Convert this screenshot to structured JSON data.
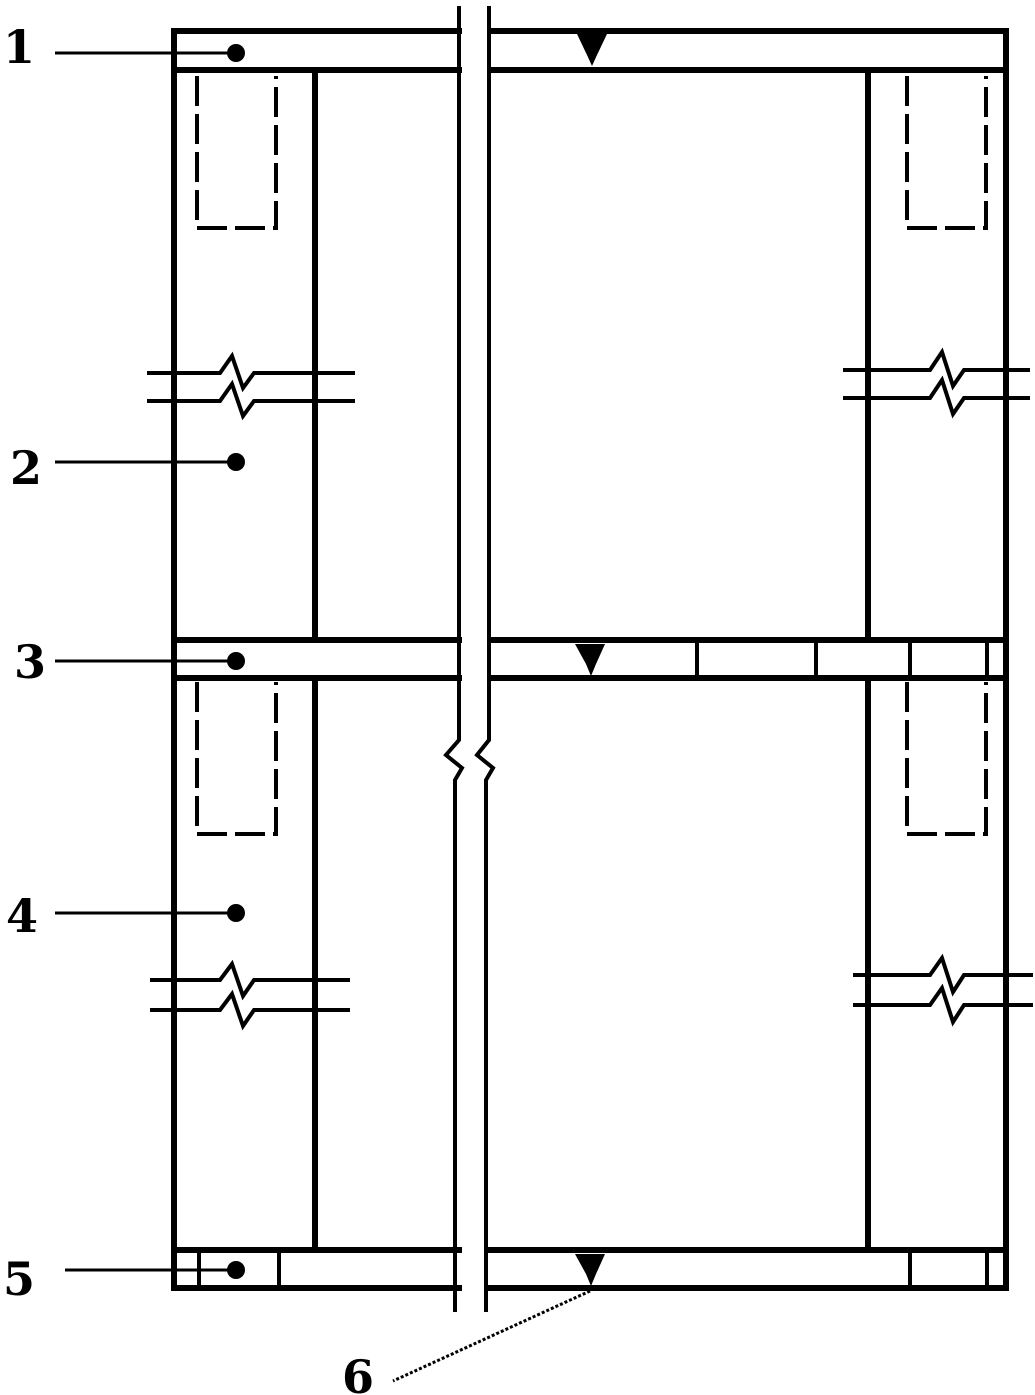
{
  "diagram": {
    "type": "structural-section-drawing",
    "labels": [
      {
        "id": "1",
        "text": "1"
      },
      {
        "id": "2",
        "text": "2"
      },
      {
        "id": "3",
        "text": "3"
      },
      {
        "id": "4",
        "text": "4"
      },
      {
        "id": "5",
        "text": "5"
      },
      {
        "id": "6",
        "text": "6"
      }
    ],
    "colors": {
      "line": "#000000",
      "background": "#ffffff"
    }
  }
}
